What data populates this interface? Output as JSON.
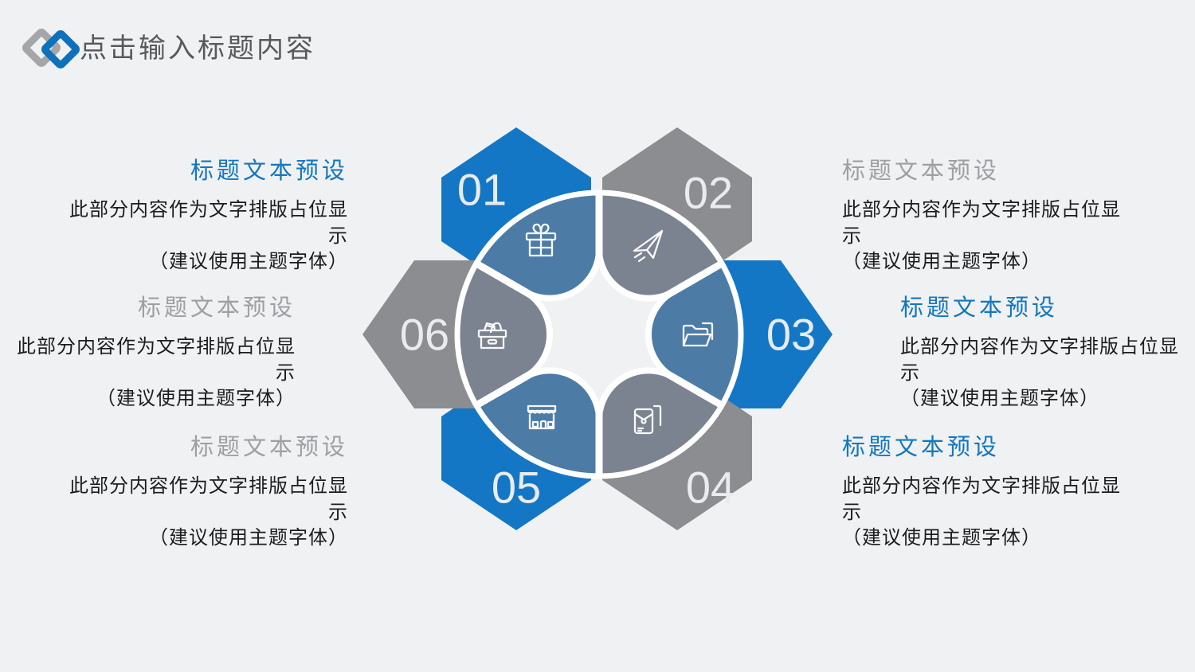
{
  "palette": {
    "bg": "#f0f1f2",
    "hex_blue": "#1377c6",
    "hex_gray": "#8b8d90",
    "sector_blue": "#4c7ba6",
    "sector_gray": "#7b8390",
    "title_blue": "#1377be",
    "title_gray": "#9da0a3",
    "body_text": "#1b1c1e",
    "header_text": "#58595b",
    "logo_gray": "#a4a6a9",
    "logo_blue": "#0e71bc"
  },
  "header": {
    "title": "点击输入标题内容"
  },
  "diagram": {
    "items": [
      {
        "number": "01",
        "icon": "gift-icon"
      },
      {
        "number": "02",
        "icon": "paper-plane-icon"
      },
      {
        "number": "03",
        "icon": "folder-icon"
      },
      {
        "number": "04",
        "icon": "envelope-icon"
      },
      {
        "number": "05",
        "icon": "storefront-icon"
      },
      {
        "number": "06",
        "icon": "archive-box-icon"
      }
    ]
  },
  "blocks": [
    {
      "id": "1",
      "side": "left",
      "title": "标题文本预设",
      "title_color": "blue",
      "body": "此部分内容作为文字排版占位显示\n（建议使用主题字体）"
    },
    {
      "id": "2",
      "side": "left",
      "title": "标题文本预设",
      "title_color": "gray",
      "body": "此部分内容作为文字排版占位显示\n（建议使用主题字体）"
    },
    {
      "id": "3",
      "side": "left",
      "title": "标题文本预设",
      "title_color": "gray",
      "body": "此部分内容作为文字排版占位显示\n（建议使用主题字体）"
    },
    {
      "id": "4",
      "side": "right",
      "title": "标题文本预设",
      "title_color": "gray",
      "body": "此部分内容作为文字排版占位显示\n（建议使用主题字体）"
    },
    {
      "id": "5",
      "side": "right",
      "title": "标题文本预设",
      "title_color": "blue",
      "body": "此部分内容作为文字排版占位显示\n（建议使用主题字体）"
    },
    {
      "id": "6",
      "side": "right",
      "title": "标题文本预设",
      "title_color": "blue",
      "body": "此部分内容作为文字排版占位显示\n（建议使用主题字体）"
    }
  ]
}
